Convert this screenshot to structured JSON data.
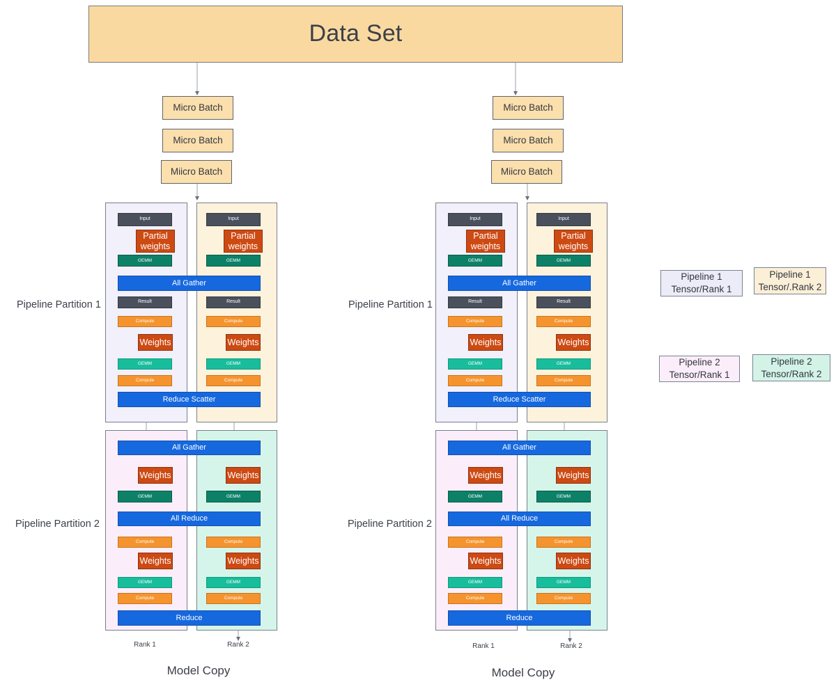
{
  "diagram": {
    "title": "Data Set",
    "dataset_label": "Data Set",
    "microbatches_left": [
      "Micro Batch",
      "Micro Batch",
      "Miicro Batch"
    ],
    "microbatches_right": [
      "Micro Batch",
      "Micro Batch",
      "Miicro Batch"
    ],
    "partition_labels": [
      "Pipeline Partition 1",
      "Pipeline Partition 2"
    ],
    "rank_labels": [
      "Rank 1",
      "Rank 2"
    ],
    "model_copy_label": "Model Copy",
    "nodes": {
      "input": "Input",
      "partial_weights": "Partial\nweights",
      "partial_weights_line1": "Partial",
      "partial_weights_line2": "weights",
      "gemm": "GEMM",
      "all_gather": "All Gather",
      "result": "Result",
      "compute": "Compute",
      "weights": "Weights",
      "reduce_scatter": "Reduce Scatter",
      "all_reduce": "All Reduce",
      "reduce": "Reduce"
    },
    "legend": [
      {
        "line1": "Pipeline 1",
        "line2": "Tensor/Rank 1",
        "color": "#ececf8"
      },
      {
        "line1": "Pipeline 1",
        "line2": "Tensor/.Rank 2",
        "color": "#fbefd7"
      },
      {
        "line1": "Pipeline 2",
        "line2": "Tensor/Rank 1",
        "color": "#fbeefa"
      },
      {
        "line1": "Pipeline 2",
        "line2": "Tensor/Rank 2",
        "color": "#d3f3e7"
      }
    ],
    "colors": {
      "dataset_fill": "#fad9a1",
      "microbatch_fill": "#fbdfad",
      "input_fill": "#4a505c",
      "weights_fill": "#cd4a13",
      "gemm_dark_fill": "#0d8168",
      "gemm_light_fill": "#18bd9c",
      "compute_fill": "#f5942e",
      "collective_fill": "#1668df",
      "panel_p1r1": "#f1f0fb",
      "panel_p1r2": "#fdf2db",
      "panel_p2r1": "#fbeefa",
      "panel_p2r2": "#d6f5ea"
    }
  }
}
